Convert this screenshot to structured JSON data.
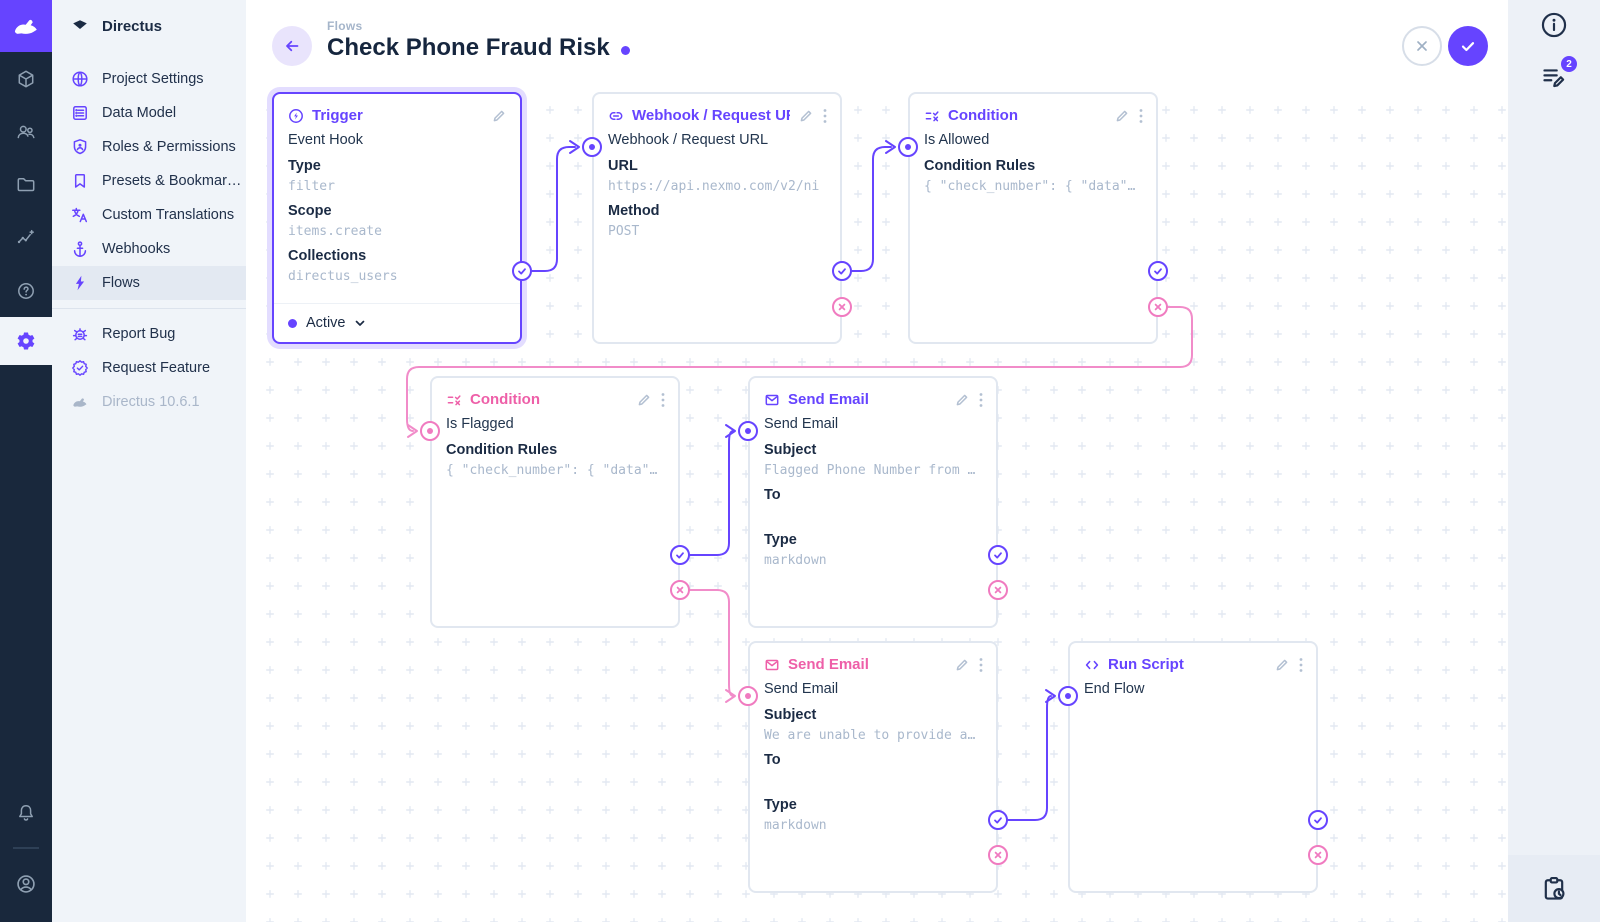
{
  "colors": {
    "primary": "#6644FF",
    "pink": "#EE5FA8",
    "pink_wire": "#F18CC9",
    "module_bar_bg": "#19283C",
    "sidebar_bg": "#F0F4F9",
    "canvas_dot": "#E3E9F2",
    "title_text": "#16263E",
    "muted_value": "#A9B8CC"
  },
  "module_bar": {
    "logo_icon": "directus-rabbit-icon",
    "items": [
      {
        "icon": "content-cube-icon"
      },
      {
        "icon": "users-icon"
      },
      {
        "icon": "files-folder-icon"
      },
      {
        "icon": "insights-icon"
      },
      {
        "icon": "help-icon"
      },
      {
        "icon": "settings-gear-icon",
        "active": true
      }
    ],
    "bottom_items": [
      {
        "icon": "notifications-bell-icon"
      },
      {
        "icon": "account-circle-icon"
      }
    ]
  },
  "sidebar": {
    "project_name": "Directus",
    "project_icon": "gem-icon",
    "items": [
      {
        "icon": "globe-icon",
        "label": "Project Settings"
      },
      {
        "icon": "list-alt-icon",
        "label": "Data Model"
      },
      {
        "icon": "shield-person-icon",
        "label": "Roles & Permissions"
      },
      {
        "icon": "bookmark-icon",
        "label": "Presets & Bookmar…"
      },
      {
        "icon": "translate-icon",
        "label": "Custom Translations"
      },
      {
        "icon": "anchor-icon",
        "label": "Webhooks"
      },
      {
        "icon": "bolt-icon",
        "label": "Flows",
        "active": true
      }
    ],
    "footer_items": [
      {
        "icon": "bug-icon",
        "label": "Report Bug"
      },
      {
        "icon": "badge-check-icon",
        "label": "Request Feature"
      }
    ],
    "version": "Directus 10.6.1"
  },
  "header": {
    "breadcrumb": "Flows",
    "title": "Check Phone Fraud Risk",
    "unsaved_dot": true
  },
  "right_sidebar": {
    "info_icon": "info-icon",
    "notices_icon": "edit-note-icon",
    "notices_count": "2",
    "revisions_icon": "clipboard-clock-icon"
  },
  "flow": {
    "trigger": {
      "title": "Trigger",
      "name": "Event Hook",
      "fields": [
        {
          "label": "Type",
          "value": "filter"
        },
        {
          "label": "Scope",
          "value": "items.create"
        },
        {
          "label": "Collections",
          "value": "directus_users"
        }
      ],
      "status": "Active"
    },
    "webhook": {
      "title": "Webhook / Request URL",
      "name": "Webhook / Request URL",
      "fields": [
        {
          "label": "URL",
          "value": "https://api.nexmo.com/v2/ni"
        },
        {
          "label": "Method",
          "value": "POST"
        }
      ]
    },
    "condition1": {
      "title": "Condition",
      "name": "Is Allowed",
      "fields": [
        {
          "label": "Condition Rules",
          "value": "{ \"check_number\": { \"data\"…"
        }
      ]
    },
    "condition2": {
      "title": "Condition",
      "name": "Is Flagged",
      "fields": [
        {
          "label": "Condition Rules",
          "value": "{ \"check_number\": { \"data\"…"
        }
      ]
    },
    "email1": {
      "title": "Send Email",
      "name": "Send Email",
      "fields": [
        {
          "label": "Subject",
          "value": "Flagged Phone Number from …"
        },
        {
          "label": "To",
          "value": ""
        },
        {
          "label": "Type",
          "value": "markdown"
        }
      ]
    },
    "email2": {
      "title": "Send Email",
      "name": "Send Email",
      "fields": [
        {
          "label": "Subject",
          "value": "We are unable to provide a…"
        },
        {
          "label": "To",
          "value": ""
        },
        {
          "label": "Type",
          "value": "markdown"
        }
      ]
    },
    "script": {
      "title": "Run Script",
      "name": "End Flow",
      "fields": []
    }
  }
}
